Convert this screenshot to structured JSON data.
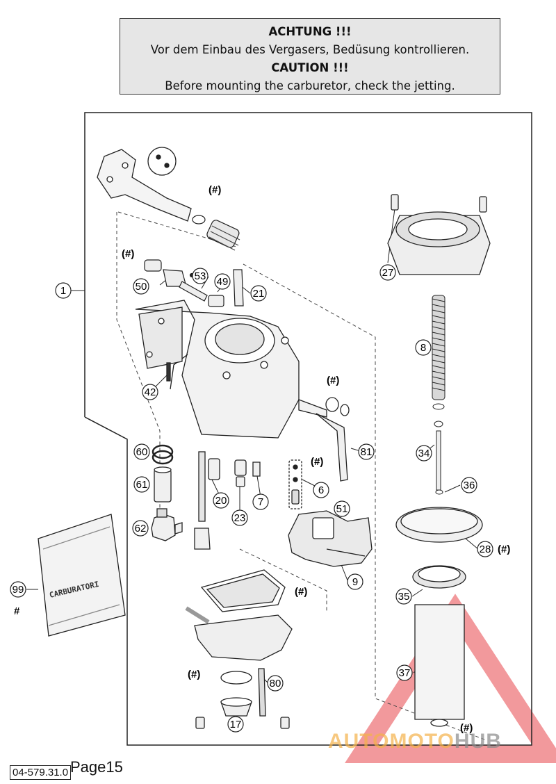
{
  "banner": {
    "warning_de_title": "ACHTUNG !!!",
    "warning_de_text": "Vor dem Einbau des Vergasers, Bedüsung kontrollieren.",
    "warning_en_title": "CAUTION !!!",
    "warning_en_text": "Before mounting the carburetor, check the jetting."
  },
  "callouts": {
    "c1": "1",
    "c6": "6",
    "c7": "7",
    "c8": "8",
    "c9": "9",
    "c17": "17",
    "c20": "20",
    "c21": "21",
    "c23": "23",
    "c27": "27",
    "c28": "28",
    "c34": "34",
    "c35": "35",
    "c36": "36",
    "c37": "37",
    "c42": "42",
    "c49": "49",
    "c50": "50",
    "c51": "51",
    "c53": "53",
    "c60": "60",
    "c61": "61",
    "c62": "62",
    "c80": "80",
    "c81": "81",
    "c99": "99"
  },
  "marker": "(#)",
  "hash_marker": "#",
  "bag_text": "CARBURATORI",
  "watermark": {
    "part1": "AUTOMOTO",
    "part2": "HUB"
  },
  "footer": {
    "doc_code": "04-579.31.0",
    "page_label": "Page15"
  }
}
